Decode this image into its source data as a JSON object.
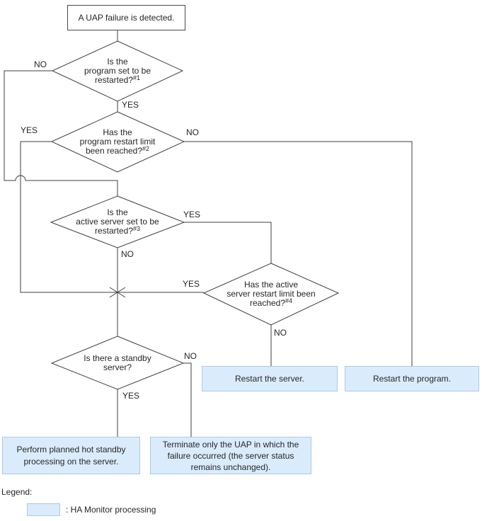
{
  "colors": {
    "line": "#3f3f3f",
    "text": "#262626",
    "process_fill": "#daecfb",
    "process_border": "#a9cae8"
  },
  "start_box": {
    "label": "A UAP failure is detected."
  },
  "decisions": {
    "d1": {
      "line1": "Is the",
      "line2": "program set to be",
      "line3": "restarted?",
      "sup": "#1"
    },
    "d2": {
      "line1": "Has the",
      "line2": "program restart limit",
      "line3": "been reached?",
      "sup": "#2"
    },
    "d3": {
      "line1": "Is the",
      "line2": "active server set to be",
      "line3": "restarted?",
      "sup": "#3"
    },
    "d4": {
      "line1": "Has the active",
      "line2": "server restart limit been",
      "line3": "reached?",
      "sup": "#4"
    },
    "d5": {
      "line1": "Is there a standby",
      "line2": "server?"
    }
  },
  "branch_labels": {
    "d1_no": "NO",
    "d1_yes": "YES",
    "d2_yes": "YES",
    "d2_no": "NO",
    "d3_yes": "YES",
    "d3_no": "NO",
    "d4_yes": "YES",
    "d4_no": "NO",
    "d5_no": "NO",
    "d5_yes": "YES"
  },
  "process_boxes": {
    "restart_server": "Restart the server.",
    "restart_program": "Restart the program.",
    "hot_standby": "Perform planned hot standby processing on the server.",
    "terminate_uap": "Terminate only the UAP in which the failure occurred (the server status remains unchanged)."
  },
  "legend": {
    "title": "Legend:",
    "entry": ": HA Monitor processing"
  }
}
